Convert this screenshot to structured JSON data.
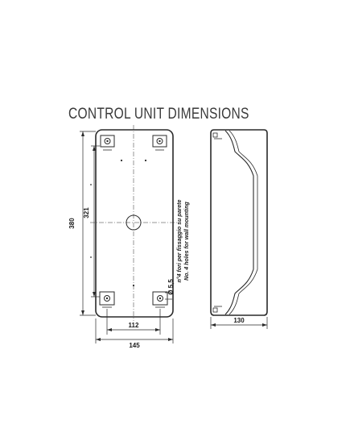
{
  "title": "CONTROL UNIT DIMENSIONS",
  "dimensions": {
    "overall_height": "380",
    "hole_spacing_vertical": "321",
    "hole_spacing_horizontal": "112",
    "overall_width": "145",
    "depth": "130",
    "hole_diameter": "Ø 5,5"
  },
  "notes": {
    "italian": "n°4 fori per fissaggio su parete",
    "english": "No. 4 holes for wall mounting"
  }
}
